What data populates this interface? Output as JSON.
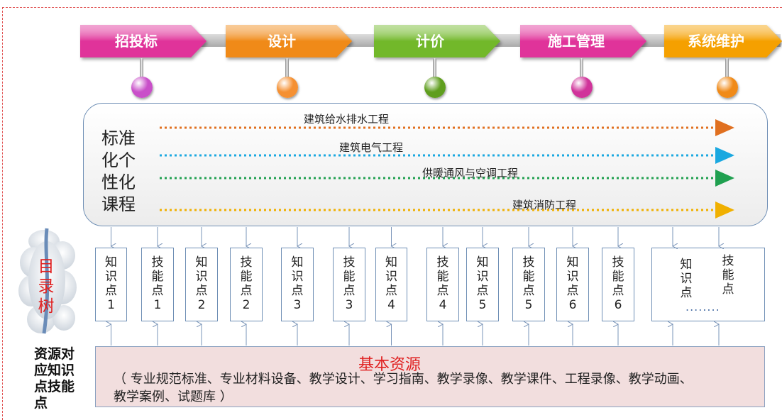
{
  "stages": [
    {
      "label": "招投标",
      "color": "#e0339a",
      "ball": "#c94fc9"
    },
    {
      "label": "设计",
      "color": "#f08a18",
      "ball": "#f59032"
    },
    {
      "label": "计价",
      "color": "#72b82a",
      "ball": "#5f9e1e"
    },
    {
      "label": "施工管理",
      "color": "#e0339a",
      "ball": "#d0339a"
    },
    {
      "label": "系统维护",
      "color": "#f5a000",
      "ball": "#f08a18"
    }
  ],
  "course_box": {
    "title": [
      "标准",
      "化个",
      "性化",
      "课程"
    ],
    "tracks": [
      {
        "label": "建筑给水排水工程",
        "color": "#e07020"
      },
      {
        "label": "建筑电气工程",
        "color": "#1aa8e0"
      },
      {
        "label": "供暖通风与空调工程",
        "color": "#20a050"
      },
      {
        "label": "建筑消防工程",
        "color": "#f0b000"
      }
    ]
  },
  "catalog_tree_label": "目录树",
  "side_label": "资源对应知识点技能点",
  "knowledge_boxes": [
    {
      "text": "知识点1"
    },
    {
      "text": "技能点1"
    },
    {
      "text": "知识点2"
    },
    {
      "text": "技能点2"
    },
    {
      "text": "知识点3"
    },
    {
      "text": "技能点3"
    },
    {
      "text": "知识点4"
    },
    {
      "text": "技能点4"
    },
    {
      "text": "知识点5"
    },
    {
      "text": "技能点5"
    },
    {
      "text": "知识点6"
    },
    {
      "text": "技能点6"
    }
  ],
  "extra_box": {
    "left": "知识点",
    "right": "技能点",
    "ellipsis": "........"
  },
  "base_resource": {
    "title": "基本资源",
    "line1": "（ 专业规范标准、专业材料设备、教学设计、学习指南、教学录像、教学课件、工程录像、教学动画、",
    "line2": "教学案例、试题库 ）"
  }
}
